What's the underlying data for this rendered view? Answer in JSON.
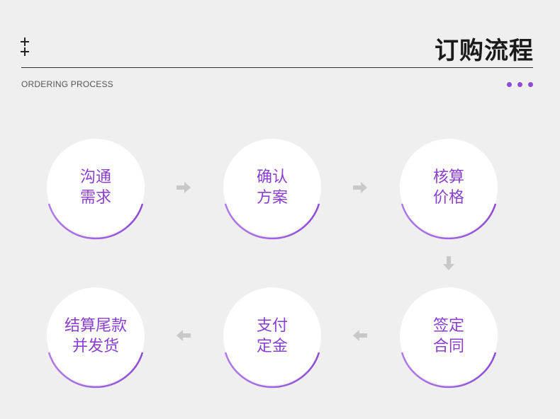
{
  "header": {
    "title": "订购流程",
    "subtitle": "ORDERING PROCESS"
  },
  "colors": {
    "accent": "#8e4bd6",
    "accent_light": "#b17ae8",
    "arrow": "#c8c8c8",
    "background": "#efefef"
  },
  "steps": [
    {
      "line1": "沟通",
      "line2": "需求"
    },
    {
      "line1": "确认",
      "line2": "方案"
    },
    {
      "line1": "核算",
      "line2": "价格"
    },
    {
      "line1": "签定",
      "line2": "合同"
    },
    {
      "line1": "支付",
      "line2": "定金"
    },
    {
      "line1": "结算尾款",
      "line2": "并发货"
    }
  ],
  "arrows": [
    "arrow-right",
    "arrow-right",
    "arrow-down",
    "arrow-left",
    "arrow-left"
  ]
}
